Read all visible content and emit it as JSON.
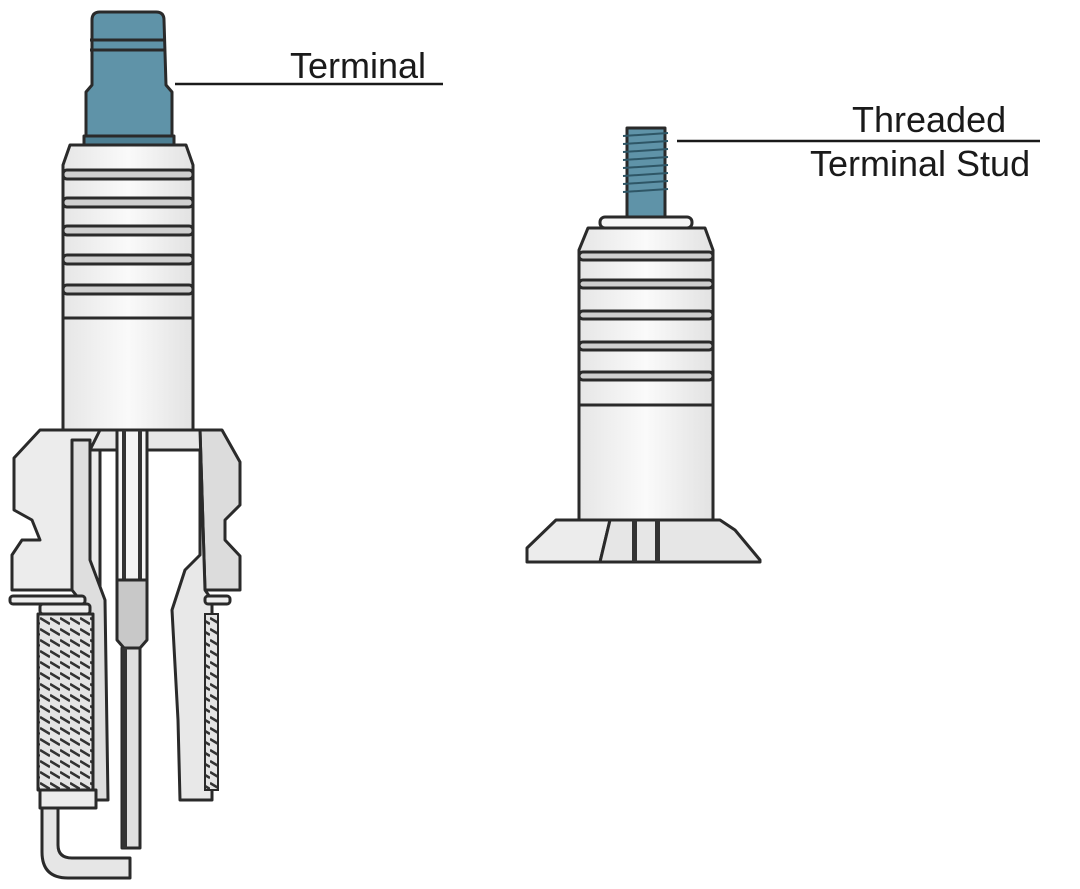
{
  "labels": {
    "terminal": "Terminal",
    "threaded_line1": "Threaded",
    "threaded_line2": "Terminal Stud"
  },
  "colors": {
    "terminal_teal": "#5f93a8",
    "insulator": "#f2f2f2",
    "metal_shell": "#d9d9d9",
    "outline": "#2a2a2a"
  }
}
